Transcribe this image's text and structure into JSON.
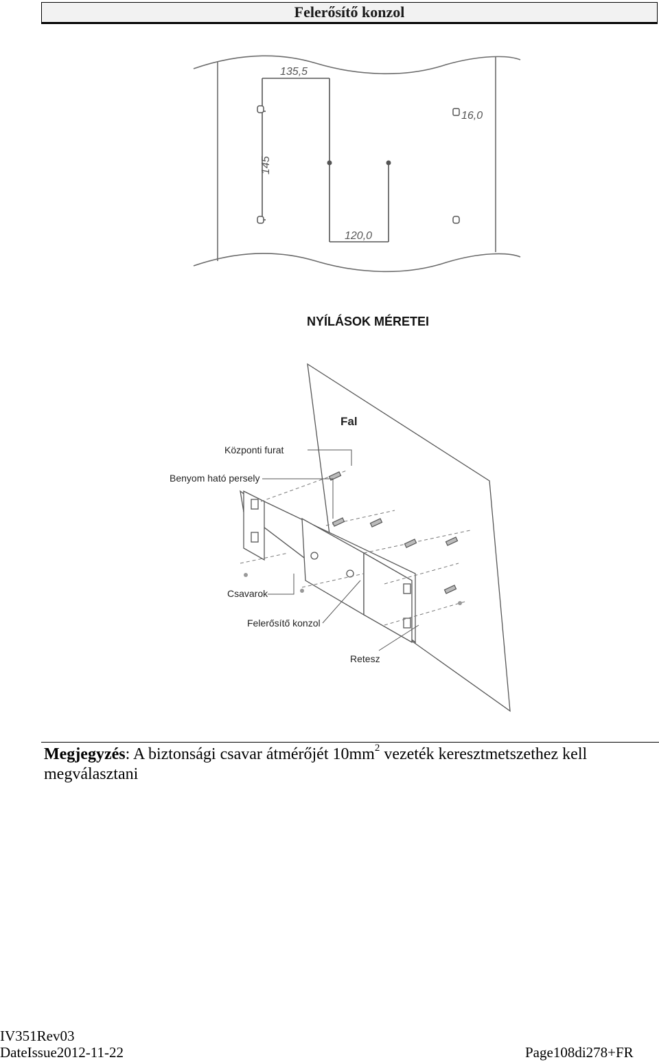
{
  "header": {
    "title": "Felerősítő konzol"
  },
  "figure1": {
    "dimensions": {
      "top_width": "135,5",
      "height": "145",
      "bottom_width": "120,0",
      "hole_size": "16,0"
    },
    "caption": "NYÍLÁSOK MÉRETEI"
  },
  "figure2": {
    "labels": {
      "wall": "Fal",
      "center_hole": "Központi furat",
      "sleeve": "Benyom ható persely",
      "screws": "Csavarok",
      "bracket": "Felerősítő konzol",
      "latch": "Retesz"
    }
  },
  "note": {
    "label": "Megjegyzés",
    "text_before": ": A biztonsági csavar átmérőjét 10mm",
    "superscript": "2",
    "text_after": " vezeték keresztmetszethez kell megválasztani"
  },
  "footer": {
    "doc_id": "IV351Rev03",
    "date": "DateIssue2012-11-22",
    "page": "Page108di278+FR"
  }
}
